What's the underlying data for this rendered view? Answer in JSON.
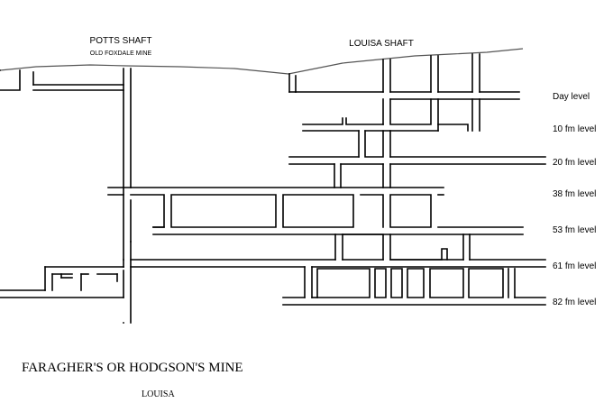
{
  "shafts": {
    "potts": {
      "name": "POTTS SHAFT",
      "subtitle": "OLD FOXDALE MINE"
    },
    "louisa": {
      "name": "LOUISA SHAFT"
    }
  },
  "levels": [
    {
      "id": "day",
      "label": "Day level"
    },
    {
      "id": "10fm",
      "label": "10 fm level"
    },
    {
      "id": "20fm",
      "label": "20 fm level"
    },
    {
      "id": "38fm",
      "label": "38 fm level"
    },
    {
      "id": "53fm",
      "label": "53 fm level"
    },
    {
      "id": "61fm",
      "label": "61 fm level"
    },
    {
      "id": "82fm",
      "label": "82 fm level"
    }
  ],
  "title": "FARAGHER'S OR HODGSON'S MINE",
  "subtitle": "LOUISA",
  "colors": {
    "line": "#000000",
    "ground": "#555555",
    "background": "#ffffff"
  }
}
